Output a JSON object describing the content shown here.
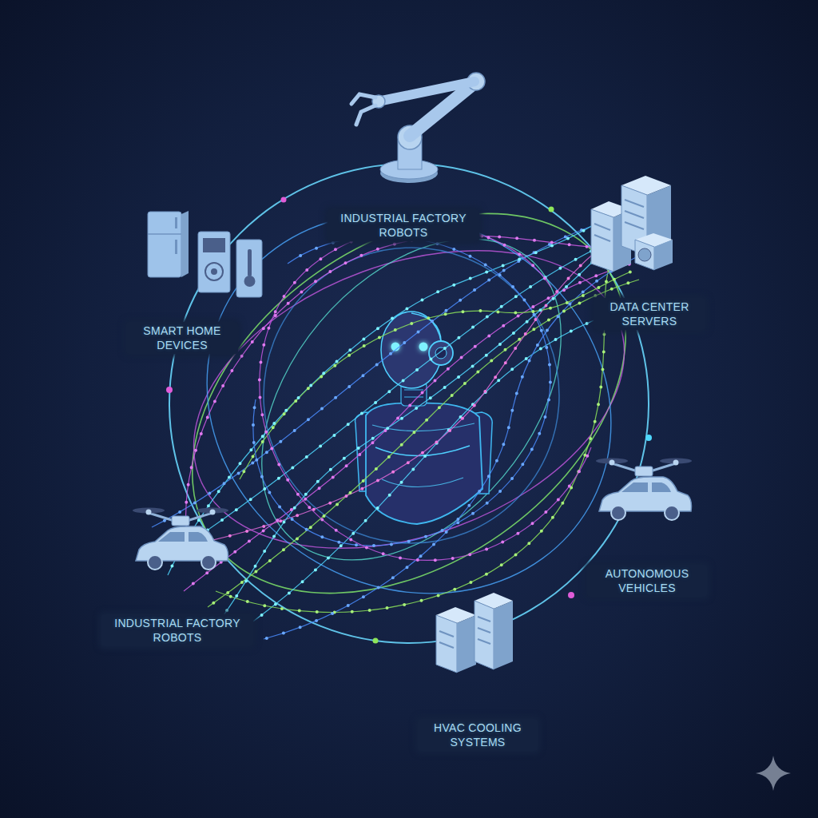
{
  "diagram": {
    "labels": [
      "INDUSTRIAL FACTORY ROBOTS",
      "DATA CENTER SERVERS",
      "SMART HOME DEVICES",
      "AUTONOMOUS VEHICLES",
      "INDUSTRIAL FACTORY ROBOTS",
      "HVAC COOLING SYSTEMS"
    ]
  }
}
